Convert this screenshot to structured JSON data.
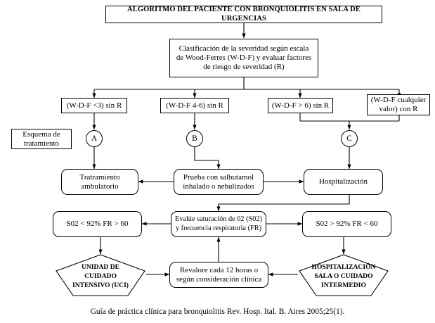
{
  "document": {
    "title": "ALGORITMO DEL PACIENTE CON BRONQUIOLITIS EN SALA DE URGENCIAS",
    "caption": "Guía de práctica clínica para bronquiolitis Rev. Hosp. Ital. B. Aires 2005;25(1)."
  },
  "nodes": {
    "title_box": "ALGORITMO DEL PACIENTE CON BRONQUIOLITIS EN SALA DE URGENCIAS",
    "classification": "Clasificación de la severidad según escala\nde Wood-Ferres (W-D-F) y evaluar factores\nde riesgo de severidad (R)",
    "severity_1": "(W-D-F <3) sin R",
    "severity_2": "(W-D-F 4-6) sin R",
    "severity_3": "(W-D-F > 6) sin R",
    "severity_4": "(W-D-F cualquier\nvalor) con R",
    "scheme_legend": "Esquema de\ntratamiento",
    "connector_a": "A",
    "connector_b": "B",
    "connector_c": "C",
    "treatment_ambulatory": "Tratramiento\nambulatorio",
    "salbutamol_trial": "Prueba con salbutamol\ninhalado o nebulizados",
    "hospitalization": "Hospitalización",
    "so2_low": "S02 < 92% FR > 60",
    "evaluate_saturation": "Evalúe saturación de 02 (S02)\ny frecuencia respiratoria (FR)",
    "so2_high": "S02 > 92% FR < 60",
    "icu_pentagon": "UNIDAD DE\nCUIDADO\nINTENSIVO (UCI)",
    "reassess": "Revalore cada 12 horas o\nsegún consideración clínica",
    "intermediate_pentagon": "HOSPITALIZACIÓN\nSALA O CUIDADO\nINTERMEDIO"
  },
  "colors": {
    "stroke": "#000000",
    "background": "#ffffff",
    "text": "#000000"
  }
}
